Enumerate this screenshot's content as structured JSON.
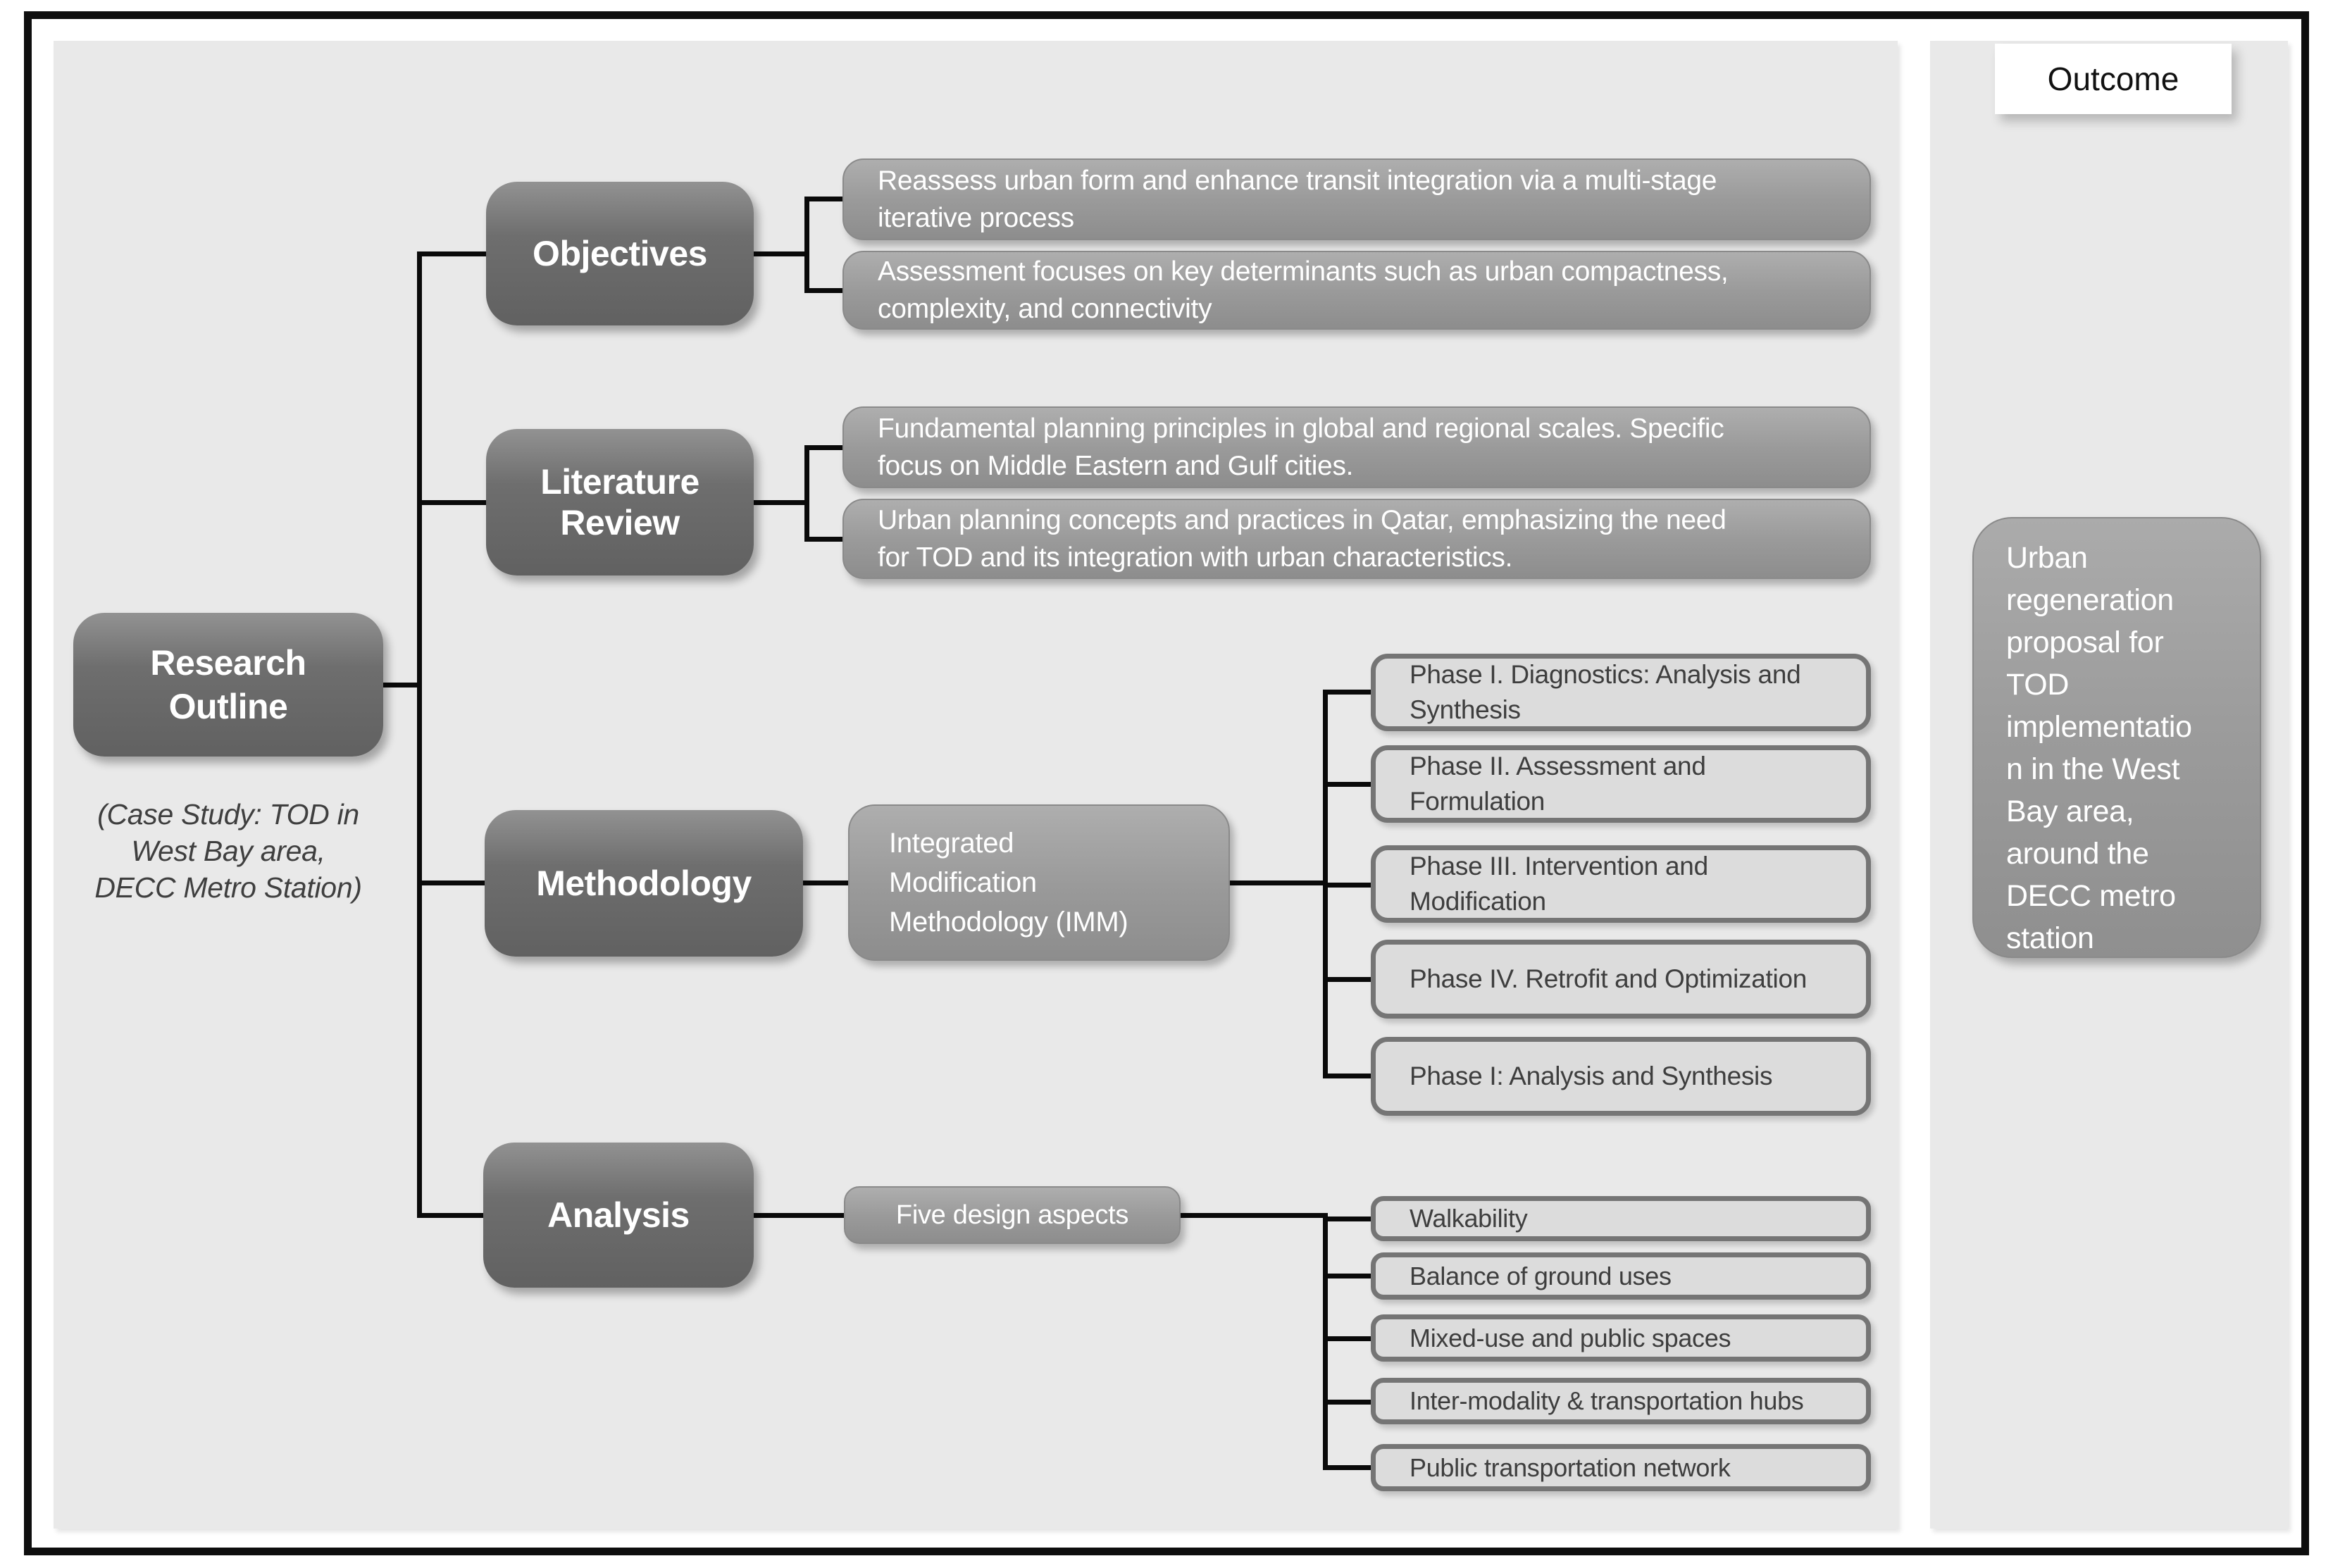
{
  "root": {
    "title": "Research\nOutline",
    "caption": "(Case Study: TOD in\nWest Bay area,\nDECC Metro Station)"
  },
  "branches": {
    "objectives": {
      "label": "Objectives",
      "items": [
        {
          "text": "Reassess urban form and enhance transit integration via a multi-stage\niterative process"
        },
        {
          "text": "Assessment focuses on key determinants such as urban compactness,\ncomplexity, and connectivity"
        }
      ]
    },
    "literature_review": {
      "label": "Literature\nReview",
      "items": [
        {
          "text": "Fundamental planning principles in global and regional scales. Specific\nfocus on Middle Eastern and Gulf cities."
        },
        {
          "text": "Urban planning concepts and practices in Qatar, emphasizing the need\nfor TOD and its integration with urban characteristics."
        }
      ]
    },
    "methodology": {
      "label": "Methodology",
      "intermediate": "Integrated\nModification\nMethodology (IMM)",
      "phases": [
        {
          "text": "Phase I. Diagnostics: Analysis and\nSynthesis"
        },
        {
          "text": "Phase II. Assessment and\nFormulation"
        },
        {
          "text": "Phase III. Intervention and\nModification"
        },
        {
          "text": "Phase IV. Retrofit and Optimization"
        },
        {
          "text": "Phase I: Analysis and Synthesis"
        }
      ]
    },
    "analysis": {
      "label": "Analysis",
      "intermediate": "Five design aspects",
      "aspects": [
        {
          "text": "Walkability"
        },
        {
          "text": "Balance of ground uses"
        },
        {
          "text": "Mixed-use and public spaces"
        },
        {
          "text": "Inter-modality & transportation hubs"
        },
        {
          "text": "Public transportation network"
        }
      ]
    }
  },
  "outcome": {
    "heading": "Outcome",
    "text": "Urban\nregeneration\nproposal for\nTOD\nimplementatio\nn in the West\nBay area,\naround the\nDECC metro\nstation"
  },
  "colors": {
    "panel_background": "#e9e9e9",
    "dark_box_fill": "#666666",
    "medium_box_fill": "#9a9a9a",
    "light_box_fill": "#dcdcdc",
    "light_box_border": "#757575",
    "connector_line": "#0a0a0a",
    "outcome_heading_background": "#ffffff",
    "text_on_dark": "#ffffff",
    "text_on_light": "#3e3e3e"
  }
}
